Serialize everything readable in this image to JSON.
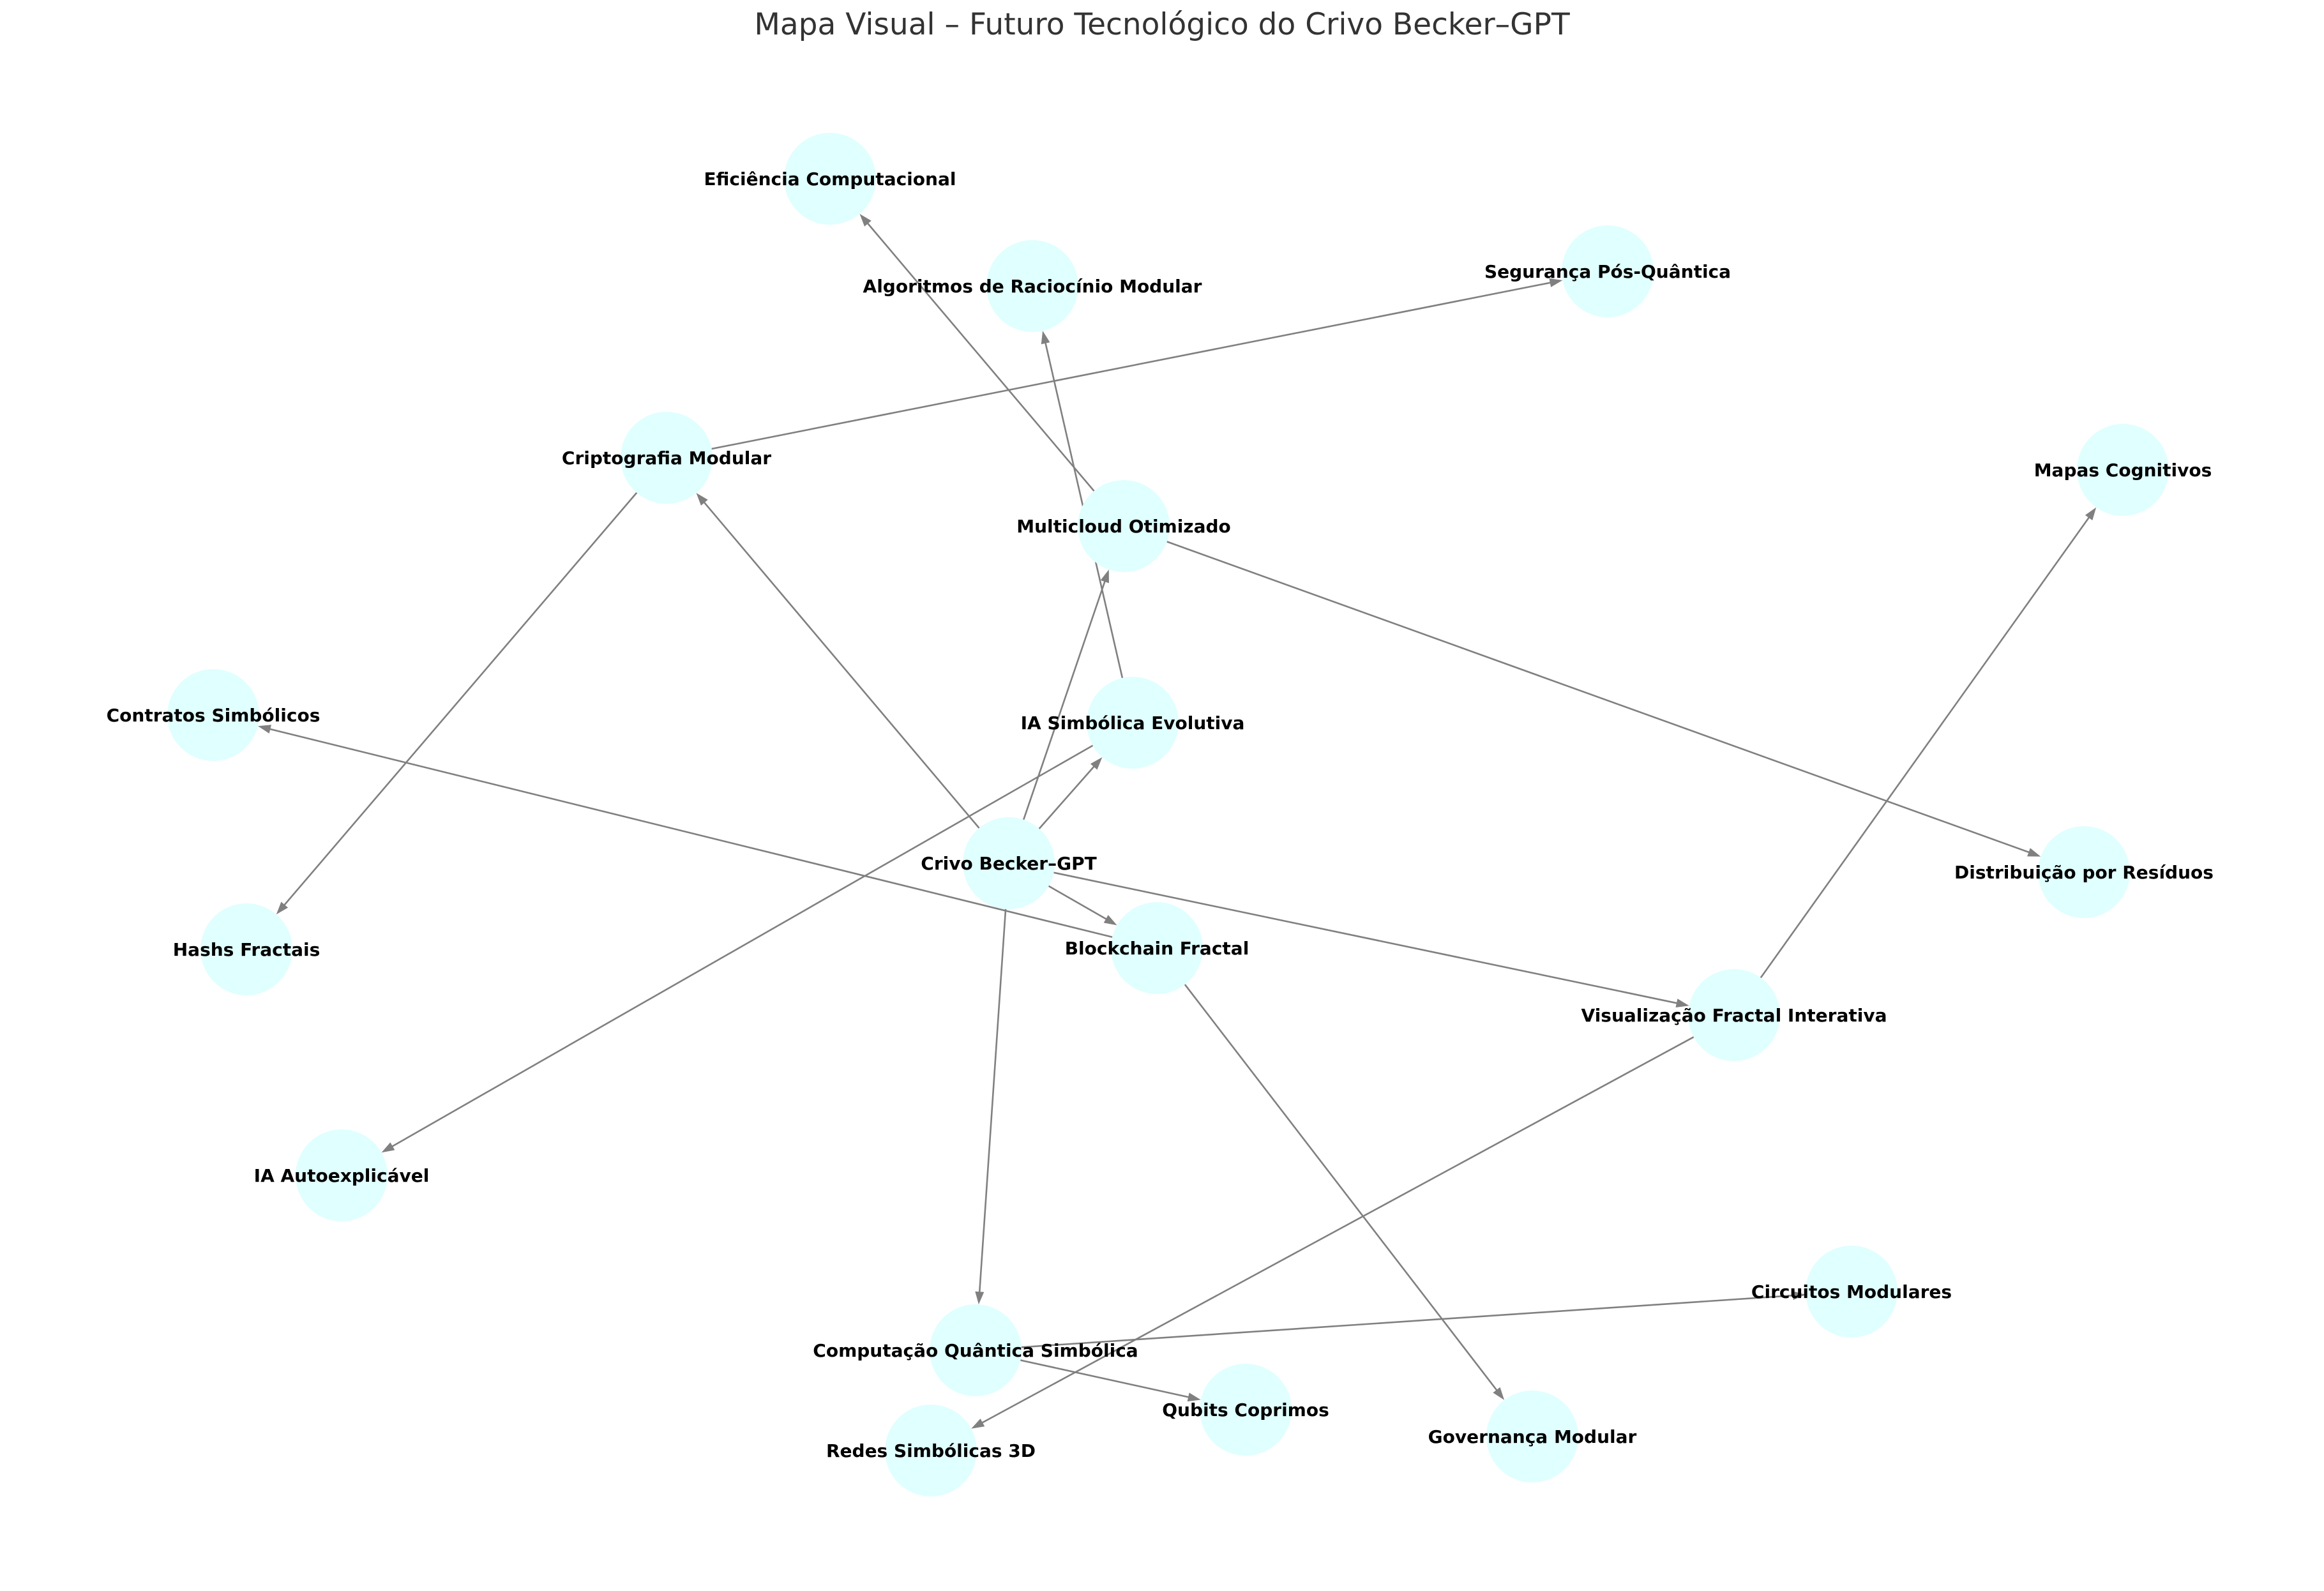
{
  "title": "Mapa Visual – Futuro Tecnológico do Crivo Becker–GPT",
  "colors": {
    "node_fill": "#e0ffff",
    "edge": "#808080",
    "label": "#000000",
    "title": "#333333"
  },
  "nodes": [
    {
      "id": "crivo",
      "label": "Crivo Becker–GPT"
    },
    {
      "id": "criptografia",
      "label": "Criptografia Modular"
    },
    {
      "id": "multicloud",
      "label": "Multicloud Otimizado"
    },
    {
      "id": "ia_simbolica",
      "label": "IA Simbólica Evolutiva"
    },
    {
      "id": "blockchain",
      "label": "Blockchain Fractal"
    },
    {
      "id": "visualizacao",
      "label": "Visualização Fractal Interativa"
    },
    {
      "id": "computacao",
      "label": "Computação Quântica Simbólica"
    },
    {
      "id": "eficiencia",
      "label": "Eficiência Computacional"
    },
    {
      "id": "algoritmos",
      "label": "Algoritmos de Raciocínio Modular"
    },
    {
      "id": "seguranca",
      "label": "Segurança Pós-Quântica"
    },
    {
      "id": "mapas",
      "label": "Mapas Cognitivos"
    },
    {
      "id": "contratos",
      "label": "Contratos Simbólicos"
    },
    {
      "id": "hashs",
      "label": "Hashs Fractais"
    },
    {
      "id": "distribuicao",
      "label": "Distribuição por Resíduos"
    },
    {
      "id": "ia_auto",
      "label": "IA Autoexplicável"
    },
    {
      "id": "circuitos",
      "label": "Circuitos Modulares"
    },
    {
      "id": "qubits",
      "label": "Qubits Coprimos"
    },
    {
      "id": "governanca",
      "label": "Governança Modular"
    },
    {
      "id": "redes",
      "label": "Redes Simbólicas 3D"
    }
  ],
  "edges": [
    {
      "from": "crivo",
      "to": "criptografia"
    },
    {
      "from": "crivo",
      "to": "multicloud"
    },
    {
      "from": "crivo",
      "to": "ia_simbolica"
    },
    {
      "from": "crivo",
      "to": "blockchain"
    },
    {
      "from": "crivo",
      "to": "visualizacao"
    },
    {
      "from": "crivo",
      "to": "computacao"
    },
    {
      "from": "criptografia",
      "to": "seguranca"
    },
    {
      "from": "criptografia",
      "to": "hashs"
    },
    {
      "from": "multicloud",
      "to": "eficiencia"
    },
    {
      "from": "multicloud",
      "to": "distribuicao"
    },
    {
      "from": "ia_simbolica",
      "to": "algoritmos"
    },
    {
      "from": "ia_simbolica",
      "to": "ia_auto"
    },
    {
      "from": "blockchain",
      "to": "contratos"
    },
    {
      "from": "blockchain",
      "to": "governanca"
    },
    {
      "from": "visualizacao",
      "to": "mapas"
    },
    {
      "from": "visualizacao",
      "to": "redes"
    },
    {
      "from": "computacao",
      "to": "qubits"
    },
    {
      "from": "computacao",
      "to": "circuitos"
    }
  ]
}
